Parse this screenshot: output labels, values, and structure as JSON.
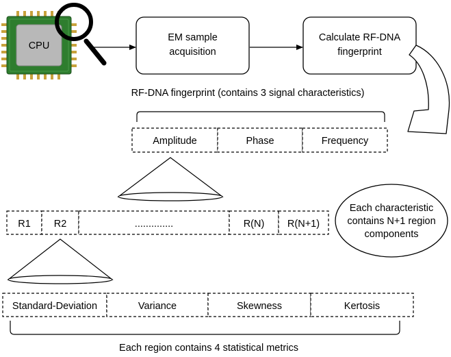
{
  "cpu": {
    "label": "CPU",
    "icon": "magnifier-icon"
  },
  "process": {
    "em_sample": [
      "EM sample",
      "acquisition"
    ],
    "calc_rfdna": [
      "Calculate RF-DNA",
      "fingerprint"
    ]
  },
  "fingerprint_caption": "RF-DNA fingerprint (contains 3 signal characteristics)",
  "characteristics": [
    "Amplitude",
    "Phase",
    "Frequency"
  ],
  "regions": [
    "R1",
    "R2",
    "..............",
    "R(N)",
    "R(N+1)"
  ],
  "region_note": [
    "Each characteristic",
    "contains N+1 region",
    "components"
  ],
  "metrics": [
    "Standard-Deviation",
    "Variance",
    "Skewness",
    "Kertosis"
  ],
  "metrics_caption": "Each region contains 4 statistical metrics",
  "colors": {
    "chip_green": "#2e7d2e",
    "chip_gold": "#c8a23c",
    "die_gray": "#b8b8b8"
  }
}
